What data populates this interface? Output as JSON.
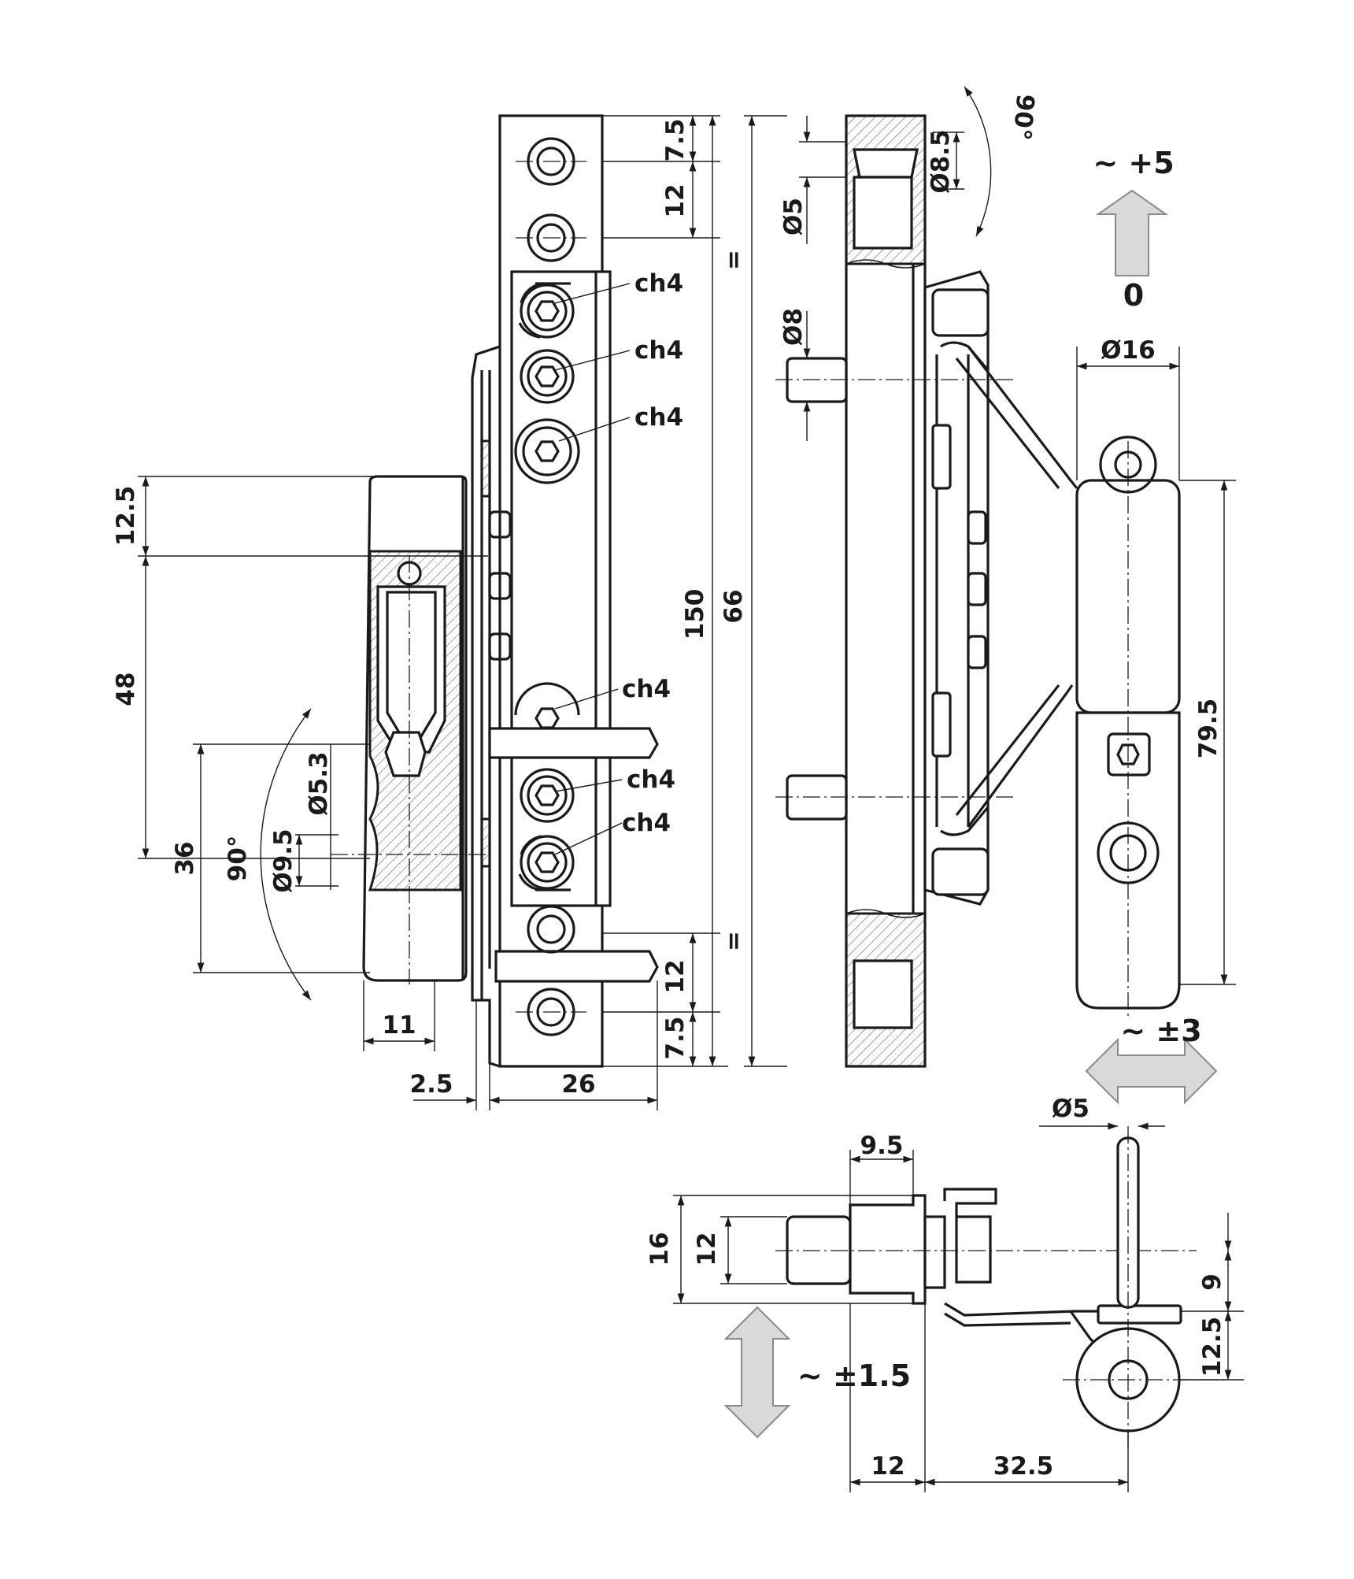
{
  "dimensions": {
    "d7_5_top": "7.5",
    "d12_top": "12",
    "eq_top": "=",
    "d150": "150",
    "d66": "66",
    "eq_bottom": "=",
    "d12_bottom": "12",
    "d7_5_bottom": "7.5",
    "d2_5": "2.5",
    "d26": "26",
    "d11": "11",
    "d12_5_left": "12.5",
    "d48": "48",
    "d36": "36",
    "a90_left": "90°",
    "phi5_3": "Ø5.3",
    "phi9_5": "Ø9.5",
    "phi8_5": "Ø8.5",
    "phi5_top": "Ø5",
    "a90_top": "90°",
    "phi8": "Ø8",
    "phi16": "Ø16",
    "d79_5": "79.5",
    "d9_5": "9.5",
    "d16": "16",
    "d12_plan": "12",
    "d9": "9",
    "d12_5_plan": "12.5",
    "d12_base": "12",
    "d32_5": "32.5",
    "phi5_pin": "Ø5"
  },
  "callouts": {
    "ch4_1": "ch4",
    "ch4_2": "ch4",
    "ch4_3": "ch4",
    "ch4_4": "ch4",
    "ch4_5": "ch4",
    "ch4_6": "ch4"
  },
  "adjustments": {
    "vertical_top": "~ +5",
    "vertical_zero": "0",
    "horizontal": "~ ±3",
    "depth": "~ ±1.5"
  }
}
